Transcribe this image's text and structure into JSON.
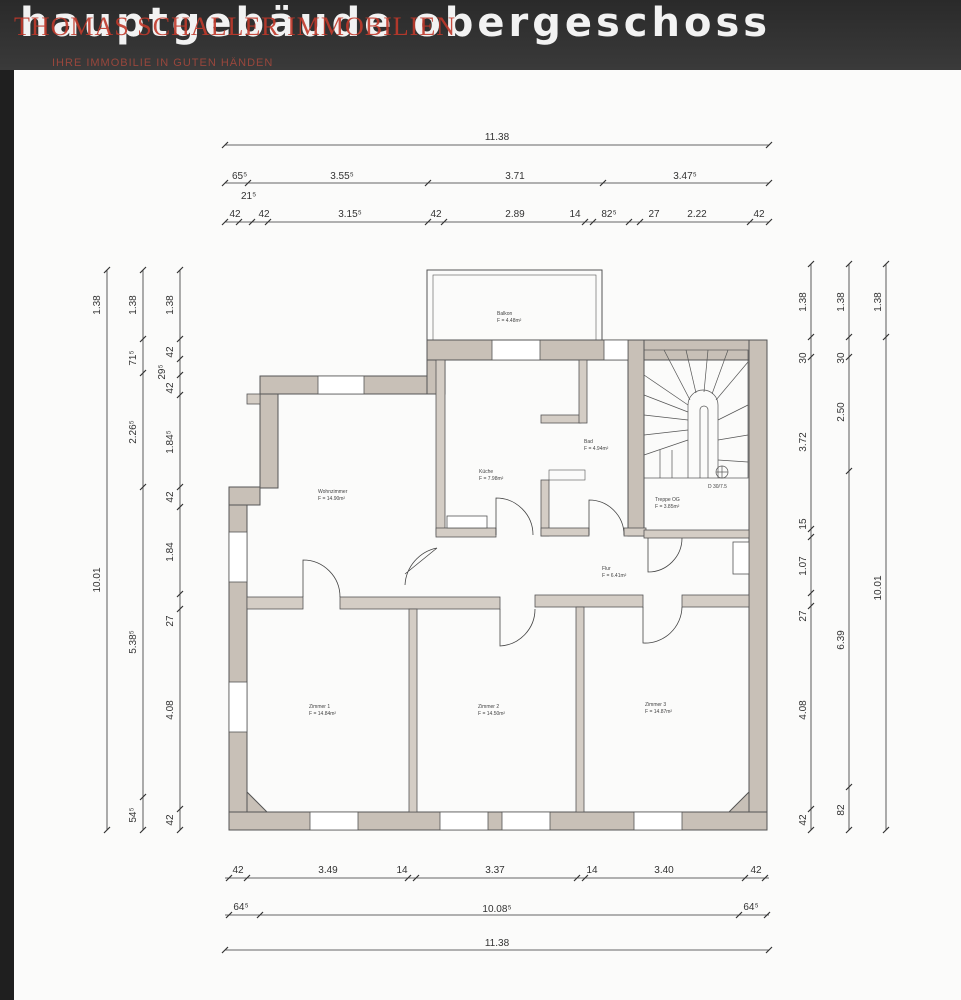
{
  "header": {
    "title": "hauptgebäude obergeschoss",
    "brand": "THOMAS SCHALLER IMMOBILIEN",
    "tagline": "IHRE IMMOBILIE IN GUTEN HÄNDEN"
  },
  "colors": {
    "wall": "#c8c0b7",
    "wall_stroke": "#555555",
    "paper": "#fbfbfa",
    "band": "#2f2f2f",
    "brand": "#c0392b"
  },
  "dims": {
    "top_total": "11.38",
    "top_row2": [
      "65⁵",
      "3.55⁵",
      "3.71",
      "3.47⁵"
    ],
    "top_small": "21⁵",
    "top_row3": [
      "42",
      "42",
      "3.15⁵",
      "42",
      "2.89",
      "14",
      "82⁵",
      "27",
      "2.22",
      "42"
    ],
    "bottom_row1": [
      "42",
      "3.49",
      "14",
      "3.37",
      "14",
      "3.40",
      "42"
    ],
    "bottom_row2": [
      "64⁵",
      "10.08⁵",
      "64⁵"
    ],
    "bottom_total": "11.38",
    "left_total": "10.01",
    "left_col2": [
      "1.38",
      "71⁵",
      "2.26⁵",
      "5.38⁵",
      "54⁵"
    ],
    "left_col3": [
      "1.38",
      "42",
      "29⁵",
      "42",
      "1.84⁵",
      "42",
      "1.84",
      "27",
      "4.08",
      "42"
    ],
    "right_col1": [
      "1.38",
      "30",
      "3.72",
      "15",
      "1.07",
      "27",
      "4.08",
      "42"
    ],
    "right_col2": [
      "1.38",
      "30",
      "2.50",
      "6.39",
      "82"
    ],
    "right_col3": [
      "1.38",
      "10.01"
    ]
  },
  "rooms": {
    "balkon": {
      "name": "Balkon",
      "area": "F = 4.48m²"
    },
    "wohnzimmer": {
      "name": "Wohnzimmer",
      "area": "F = 14.90m²"
    },
    "kueche": {
      "name": "Küche",
      "area": "F = 7.98m²"
    },
    "bad": {
      "name": "Bad",
      "area": "F = 4.94m²"
    },
    "treppe": {
      "name": "Treppe OG",
      "area": "F = 3.85m²"
    },
    "flur": {
      "name": "Flur",
      "area": "F = 6.41m²"
    },
    "zimmer1": {
      "name": "Zimmer 1",
      "area": "F = 14.84m²"
    },
    "zimmer2": {
      "name": "Zimmer 2",
      "area": "F = 14.50m²"
    },
    "zimmer3": {
      "name": "Zimmer 3",
      "area": "F = 14.87m²"
    },
    "stair_mark": "D 30/7.5"
  }
}
